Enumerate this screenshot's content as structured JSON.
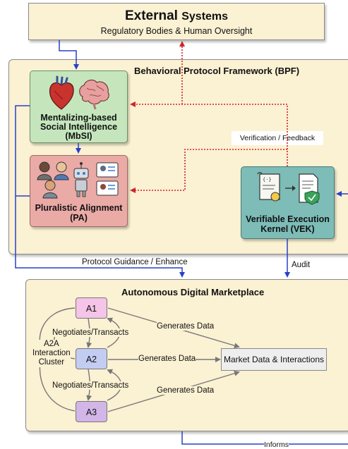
{
  "external": {
    "title_part1": "External",
    "title_part2": "Systems",
    "subtitle": "Regulatory Bodies & Human Oversight"
  },
  "bpf": {
    "title": "Behavioral Protocol Framework (BPF)"
  },
  "mbsi": {
    "line1": "Mentalizing-based",
    "line2": "Social Intelligence",
    "line3": "(MbSI)"
  },
  "pa": {
    "line1": "Pluralistic Alignment",
    "line2": "(PA)"
  },
  "vek": {
    "line1": "Verifiable Execution",
    "line2": "Kernel (VEK)"
  },
  "edges": {
    "verification_feedback": "Verification / Feedback",
    "protocol_guidance": "Protocol Guidance / Enhance",
    "audit": "Audit",
    "informs": "Informs"
  },
  "marketplace": {
    "title": "Autonomous Digital Marketplace",
    "agents": [
      "A1",
      "A2",
      "A3"
    ],
    "cluster_line1": "A2A",
    "cluster_line2": "Interaction",
    "cluster_line3": "Cluster",
    "negotiates_1": "Negotiates/Transacts",
    "negotiates_2": "Negotiates/Transacts",
    "generates_1": "Generates Data",
    "generates_2": "Generates Data",
    "generates_3": "Generates Data",
    "market_data": "Market Data & Interactions"
  },
  "colors": {
    "blue_arrow": "#2840c8",
    "red_dotted": "#d0242a",
    "gray_arrow": "#777777"
  }
}
